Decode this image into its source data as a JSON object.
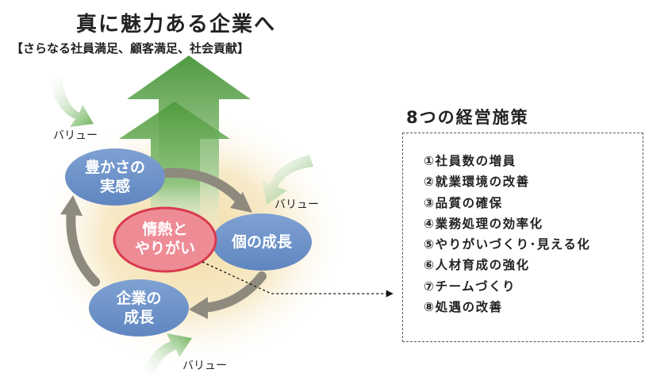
{
  "header": {
    "title": "真に魅力ある企業へ",
    "subtitle": "【さらなる社員満足、顧客満足、社会貢献】"
  },
  "cycle": {
    "value_labels": [
      "バリュー",
      "バリュー",
      "バリュー"
    ],
    "nodes": {
      "richness": [
        "豊かさの",
        "実感"
      ],
      "personal_growth": [
        "個の成長"
      ],
      "company_growth": [
        "企業の",
        "成長"
      ],
      "passion": [
        "情熱と",
        "やりがい"
      ]
    }
  },
  "policies": {
    "title": "8つの経営施策",
    "items": [
      "①社員数の増員",
      "②就業環境の改善",
      "③品質の確保",
      "④業務処理の効率化",
      "⑤やりがいづくり･見える化",
      "⑥人材育成の強化",
      "⑦チームづくり",
      "⑧処遇の改善"
    ]
  },
  "colors": {
    "node_blue": "#6f93c9",
    "passion_pink": "#ee8c96",
    "passion_border": "#d93a4e",
    "arrow_green": "#4e9a3c",
    "cycle_arrow": "#8e8a7e",
    "glow": "#f3dca2"
  }
}
